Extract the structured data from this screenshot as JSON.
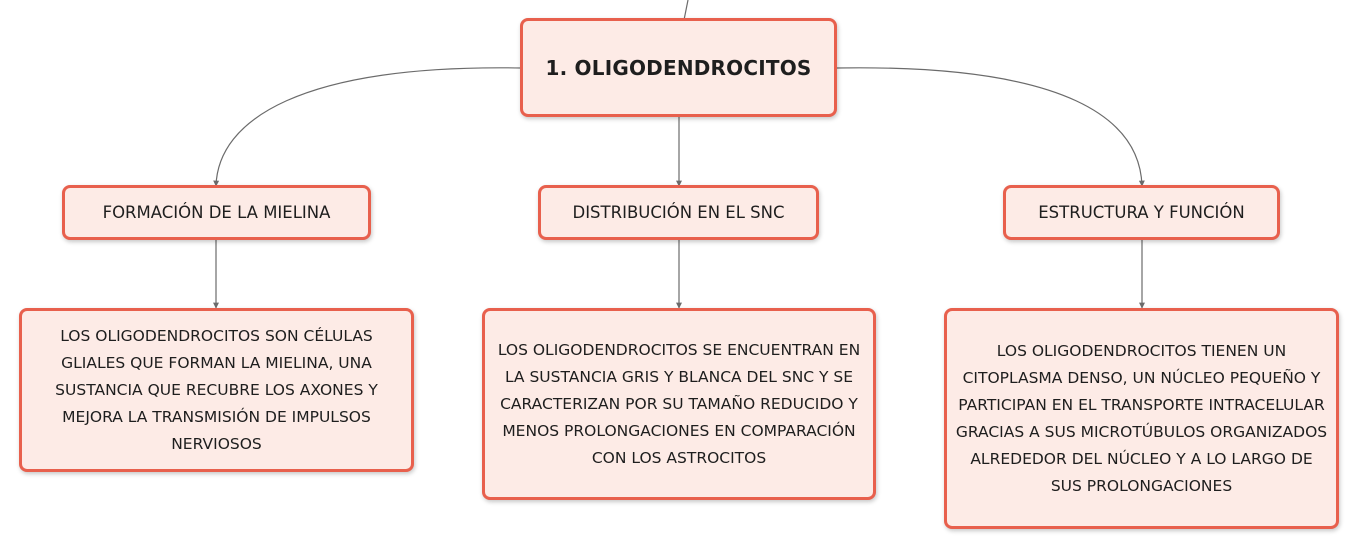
{
  "diagram": {
    "root": {
      "label": "1. OLIGODENDROCITOS"
    },
    "branches": [
      {
        "label": "FORMACIÓN DE LA MIELINA",
        "detail": "LOS OLIGODENDROCITOS SON CÉLULAS GLIALES QUE FORMAN LA MIELINA, UNA SUSTANCIA QUE RECUBRE LOS AXONES Y MEJORA LA TRANSMISIÓN DE IMPULSOS NERVIOSOS"
      },
      {
        "label": "DISTRIBUCIÓN EN EL SNC",
        "detail": "LOS OLIGODENDROCITOS SE ENCUENTRAN EN LA SUSTANCIA GRIS Y BLANCA DEL SNC Y SE CARACTERIZAN POR SU TAMAÑO REDUCIDO Y MENOS PROLONGACIONES EN COMPARACIÓN CON LOS ASTROCITOS"
      },
      {
        "label": "ESTRUCTURA Y FUNCIÓN",
        "detail": "LOS OLIGODENDROCITOS TIENEN UN CITOPLASMA DENSO, UN NÚCLEO PEQUEÑO Y PARTICIPAN EN EL TRANSPORTE INTRACELULAR GRACIAS A SUS MICROTÚBULOS ORGANIZADOS ALREDEDOR DEL NÚCLEO Y A LO LARGO DE SUS PROLONGACIONES"
      }
    ]
  },
  "colors": {
    "node_border": "#e8604d",
    "node_fill": "#fdebe6",
    "connector": "#6b6b6b",
    "text": "#1e1e1e"
  }
}
